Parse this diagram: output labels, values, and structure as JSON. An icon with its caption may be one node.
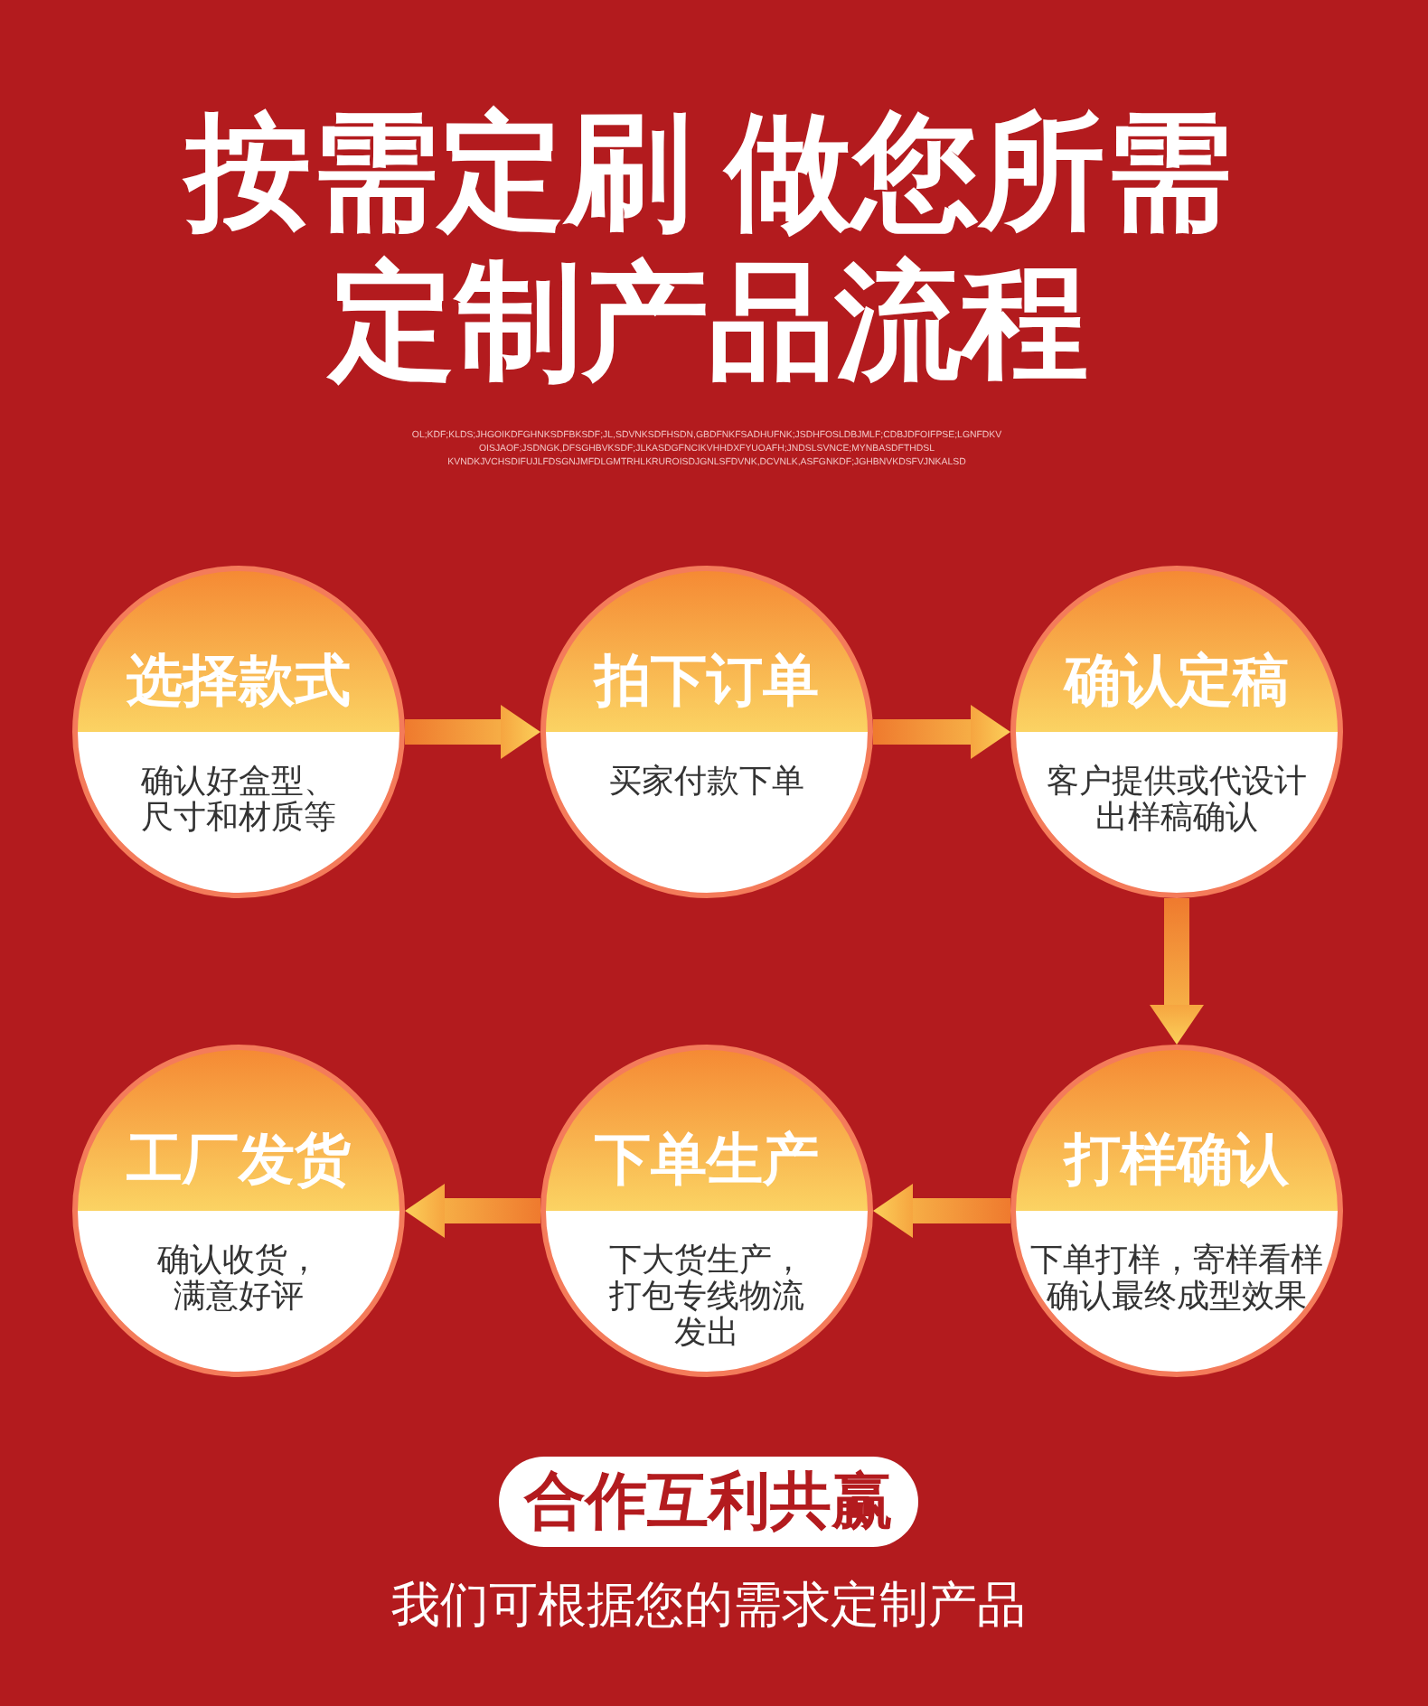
{
  "diagram": {
    "title": "按需定刷 做您所需定制产品流程",
    "nodes": [
      {
        "text": [
          "选择款式",
          "确认好盒型、尺寸和材质等"
        ]
      },
      {
        "text": [
          "拍下订单",
          "买家付款下单"
        ]
      },
      {
        "text": [
          "确认定稿",
          "客户提供或代设计出样稿确认"
        ]
      },
      {
        "text": [
          "打样确认",
          "下单打样，寄样看样确认最终成型效果"
        ]
      },
      {
        "text": [
          "下单生产",
          "下大货生产，打包专线物流发出"
        ]
      },
      {
        "text": [
          "工厂发货",
          "确认收货，满意好评"
        ]
      },
      {
        "text": [
          "合作互利共赢"
        ]
      }
    ],
    "edges": [
      {
        "from": 0,
        "to": 1,
        "arrow": "to"
      },
      {
        "from": 1,
        "to": 2,
        "arrow": "to"
      },
      {
        "from": 2,
        "to": 3,
        "arrow": "to"
      },
      {
        "from": 3,
        "to": 4,
        "arrow": "to"
      },
      {
        "from": 4,
        "to": 5,
        "arrow": "to"
      }
    ],
    "labels": [
      "OL;KDF;KLDS;JHGOIKDFGHNKSDFBKSDF;JL,SDVNKSDFHSDN,GBDFNKFSADHUFNK;JSDHFOSLDBJMLF;CDBJDFOIFPSE;LGNFDKV OISJAOF;JSDNGK,DFSGHBVKSDF;JLKASDGFNCIKVHHDXFYUOAFH;JNDSLSVNCE;MYNBASDFTHDSL KVNDKJVCHSDIFUJLFDSGNJMFDLGMTRHLKRUROISDJGNLSFDVNK,DCVNLK,ASFGNKDF;JGHBNVKDSFVJNKALSD",
      "我们可根据您的需求定制产品"
    ]
  }
}
